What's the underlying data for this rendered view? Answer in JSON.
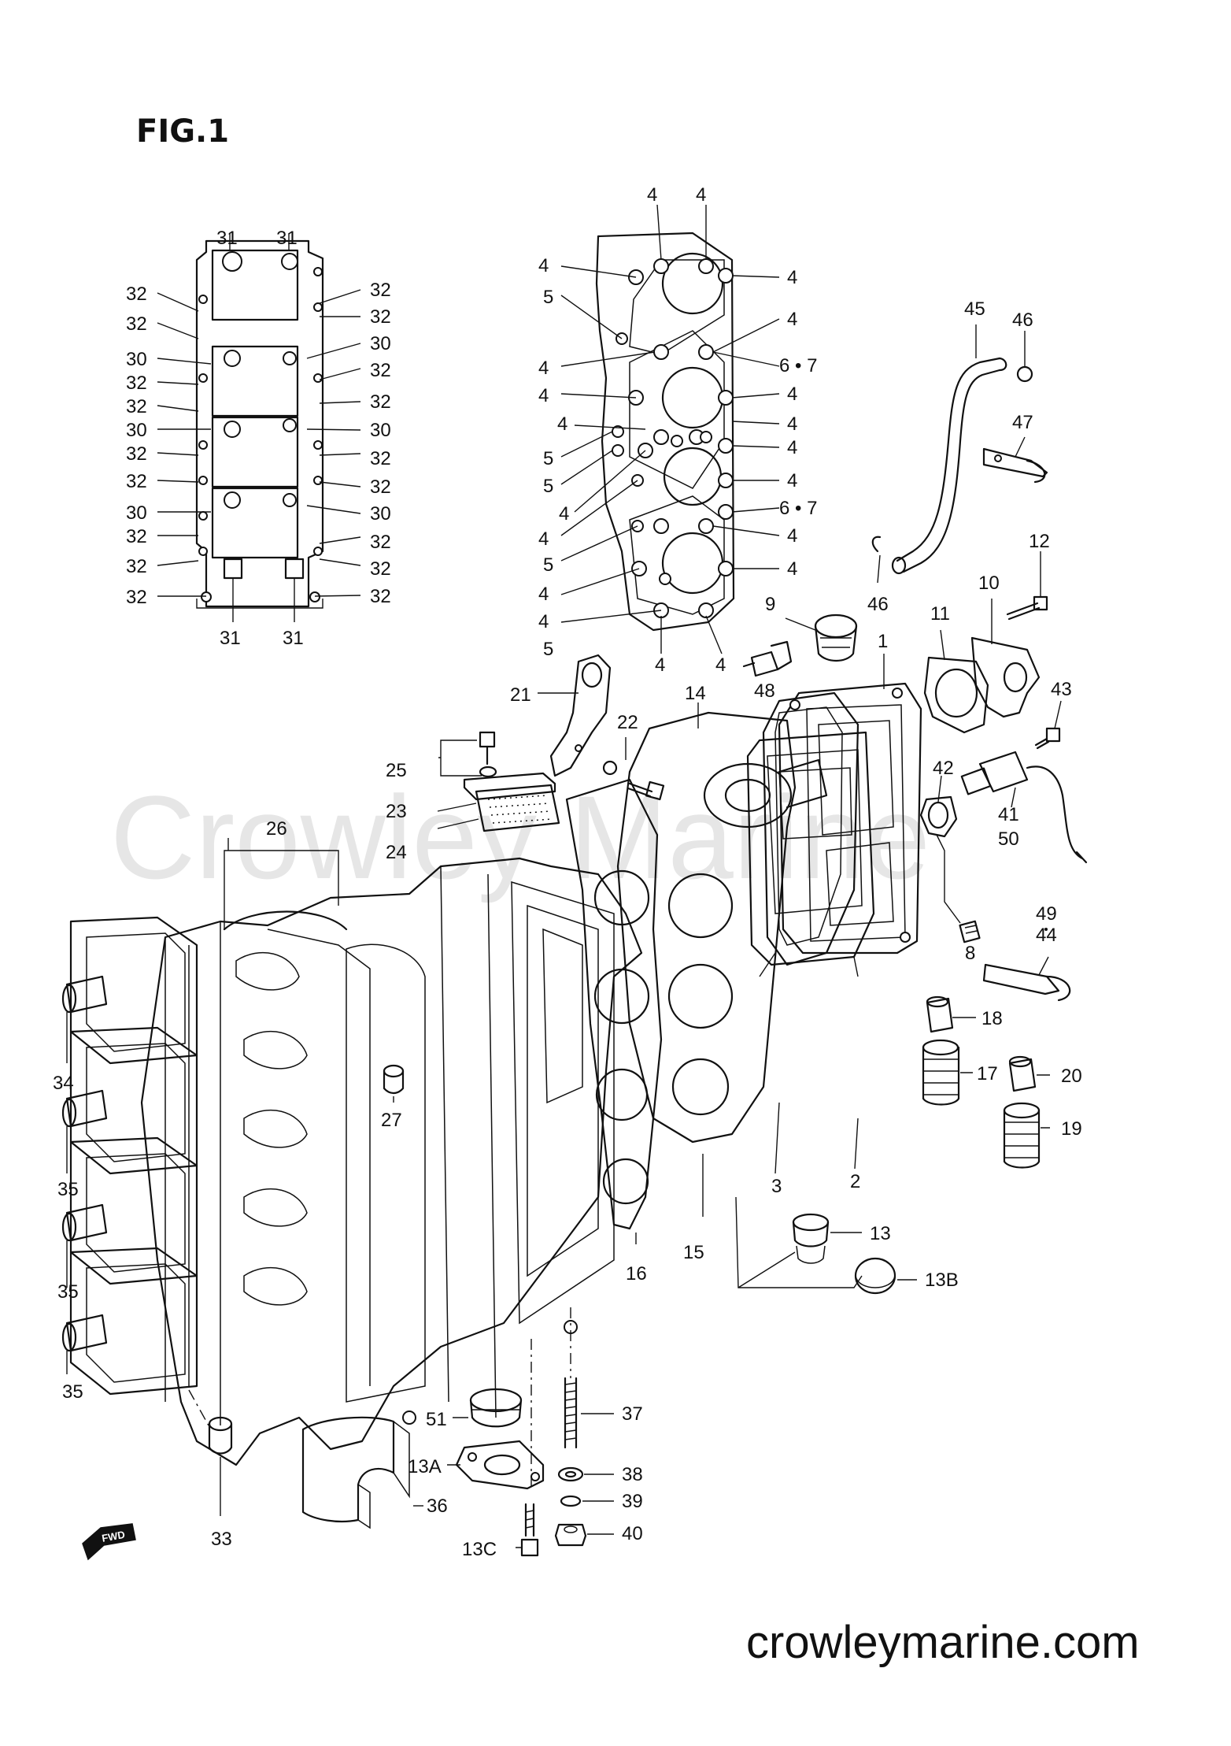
{
  "figure": {
    "title": "FIG.1"
  },
  "watermark": "Crowley Marine",
  "footer": {
    "website": "crowleymarine.com"
  },
  "direction_badge": "FWD",
  "callouts": {
    "c31a": "31",
    "c31b": "31",
    "c31c": "31",
    "c31d": "31",
    "c32a": "32",
    "c32b": "32",
    "c32c": "32",
    "c32d": "32",
    "c32e": "32",
    "c32f": "32",
    "c32g": "32",
    "c32h": "32",
    "c32i": "32",
    "c32j": "32",
    "c32k": "32",
    "c32l": "32",
    "c32m": "32",
    "c32n": "32",
    "c32o": "32",
    "c32p": "32",
    "c30a": "30",
    "c30b": "30",
    "c30c": "30",
    "c30d": "30",
    "c30e": "30",
    "c30f": "30",
    "c4a": "4",
    "c4b": "4",
    "c4c": "4",
    "c4d": "4",
    "c4e": "4",
    "c4f": "4",
    "c4g": "4",
    "c4h": "4",
    "c4i": "4",
    "c4j": "4",
    "c4k": "4",
    "c4l": "4",
    "c4m": "4",
    "c4n": "4",
    "c4o": "4",
    "c4p": "4",
    "c4q": "4",
    "c4r": "4",
    "c4s": "4",
    "c4t": "4",
    "c5a": "5",
    "c5b": "5",
    "c5c": "5",
    "c5d": "5",
    "c5e": "5",
    "c67a": "6 • 7",
    "c67b": "6 • 7",
    "c45": "45",
    "c46a": "46",
    "c46b": "46",
    "c47": "47",
    "c12": "12",
    "c10": "10",
    "c11": "11",
    "c9": "9",
    "c1": "1",
    "c48": "48",
    "c21": "21",
    "c22": "22",
    "c14": "14",
    "c43": "43",
    "c25": "25",
    "c23": "23",
    "c24": "24",
    "c26": "26",
    "c42": "42",
    "c41": "41",
    "c50": "50",
    "c49": "49",
    "c44": "44",
    "c8": "8",
    "c18": "18",
    "c17": "17",
    "c20": "20",
    "c19": "19",
    "c34": "34",
    "c27": "27",
    "c35a": "35",
    "c35b": "35",
    "c35c": "35",
    "c3": "3",
    "c2": "2",
    "c13": "13",
    "c15": "15",
    "c16": "16",
    "c13b": "13B",
    "c37": "37",
    "c51": "51",
    "c13a": "13A",
    "c38": "38",
    "c39": "39",
    "c36": "36",
    "c13c": "13C",
    "c40": "40",
    "c33": "33"
  }
}
